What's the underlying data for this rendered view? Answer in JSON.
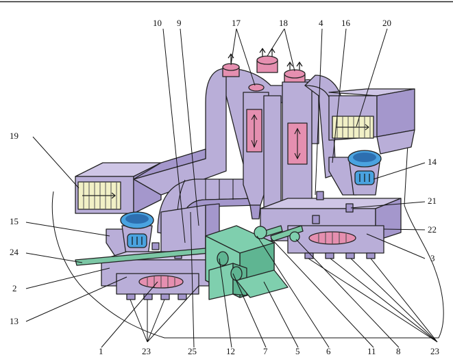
{
  "diagram": {
    "callouts_top": [
      "10",
      "9",
      "17",
      "18",
      "4",
      "16",
      "20"
    ],
    "callouts_left": [
      "19",
      "15",
      "24",
      "2",
      "13"
    ],
    "callouts_right": [
      "14",
      "21",
      "22",
      "3"
    ],
    "callouts_bottom": [
      "1",
      "23",
      "25",
      "12",
      "7",
      "5",
      "6",
      "11",
      "8",
      "23"
    ]
  },
  "colors": {
    "ducts": "#b9aed8",
    "windows": "#e58fb0",
    "feed": "#4aa3e0",
    "motor": "#7fcfae",
    "louvers": "#f1f0c6"
  }
}
